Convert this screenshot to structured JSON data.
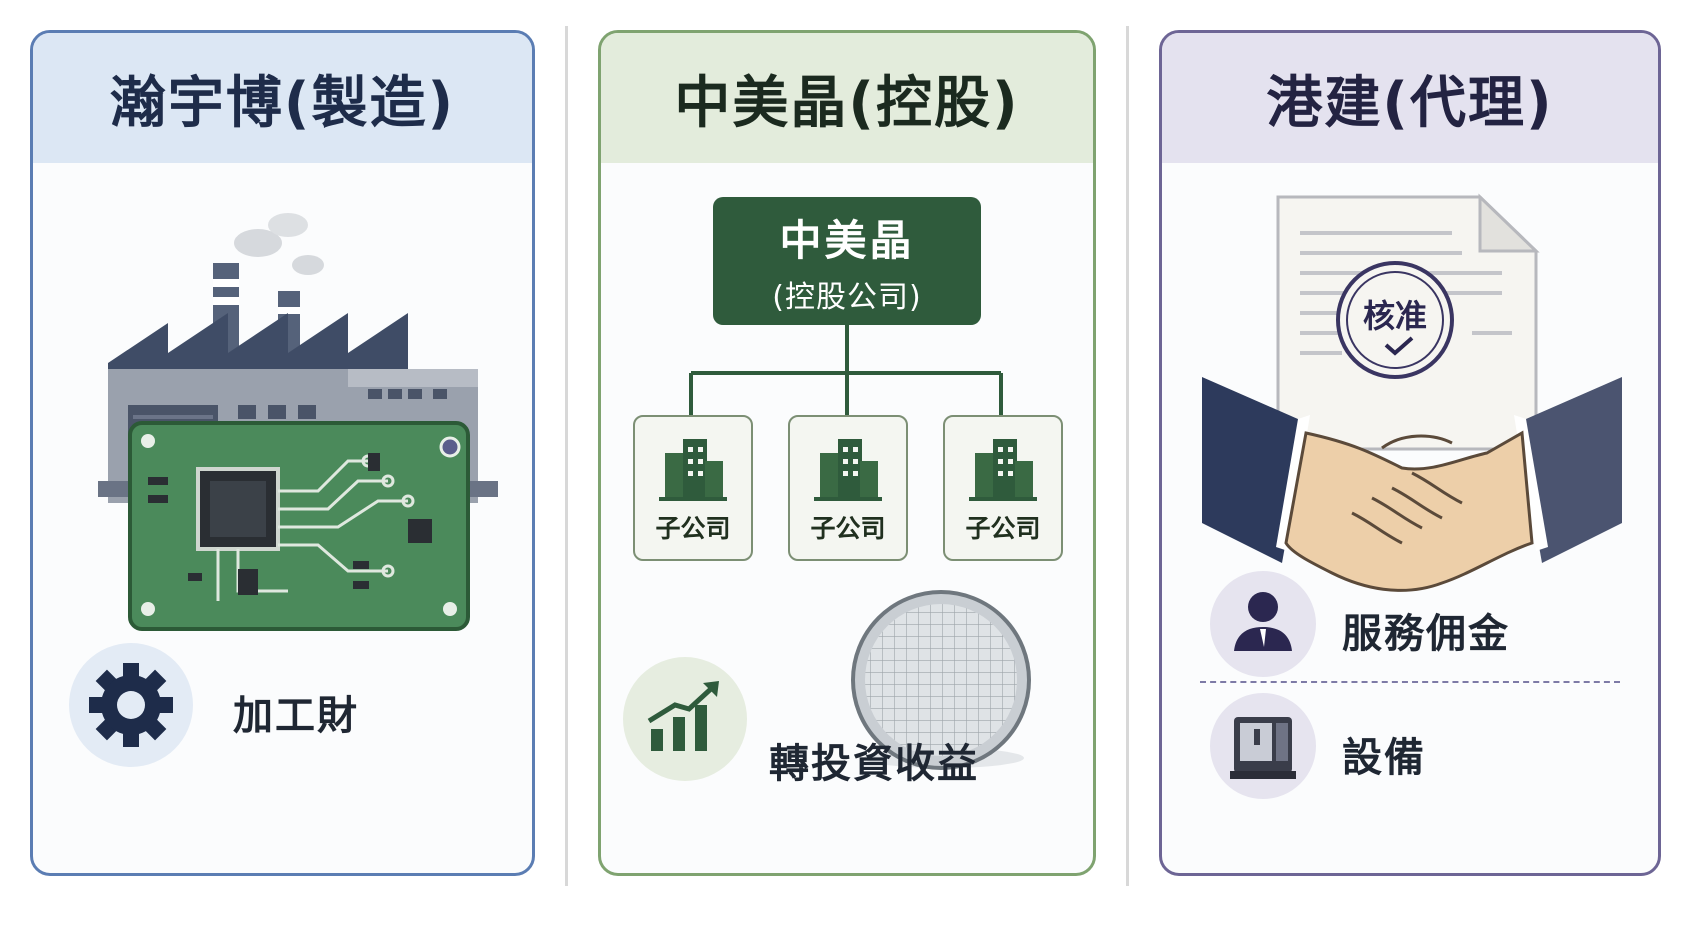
{
  "panels": [
    {
      "title": "瀚宇博(製造)",
      "labels": [
        "加工財"
      ]
    },
    {
      "title": "中美晶(控股)",
      "org": {
        "top_name": "中美晶",
        "top_sub": "(控股公司)",
        "children": [
          "子公司",
          "子公司",
          "子公司"
        ]
      },
      "labels": [
        "轉投資收益"
      ]
    },
    {
      "title": "港建(代理)",
      "stamp": "核准",
      "labels": [
        "服務佣金",
        "設備"
      ]
    }
  ],
  "icons": {
    "panel1": [
      "factory-icon",
      "circuit-board-icon",
      "gear-icon"
    ],
    "panel2": [
      "building-icon",
      "wafer-icon",
      "growth-chart-icon"
    ],
    "panel3": [
      "document-icon",
      "approval-stamp-icon",
      "handshake-icon",
      "person-icon",
      "machine-icon"
    ]
  },
  "colors": {
    "blue": "#5b7db3",
    "green": "#2f5b3c",
    "purple": "#6d6595",
    "navy": "#243a5e"
  }
}
